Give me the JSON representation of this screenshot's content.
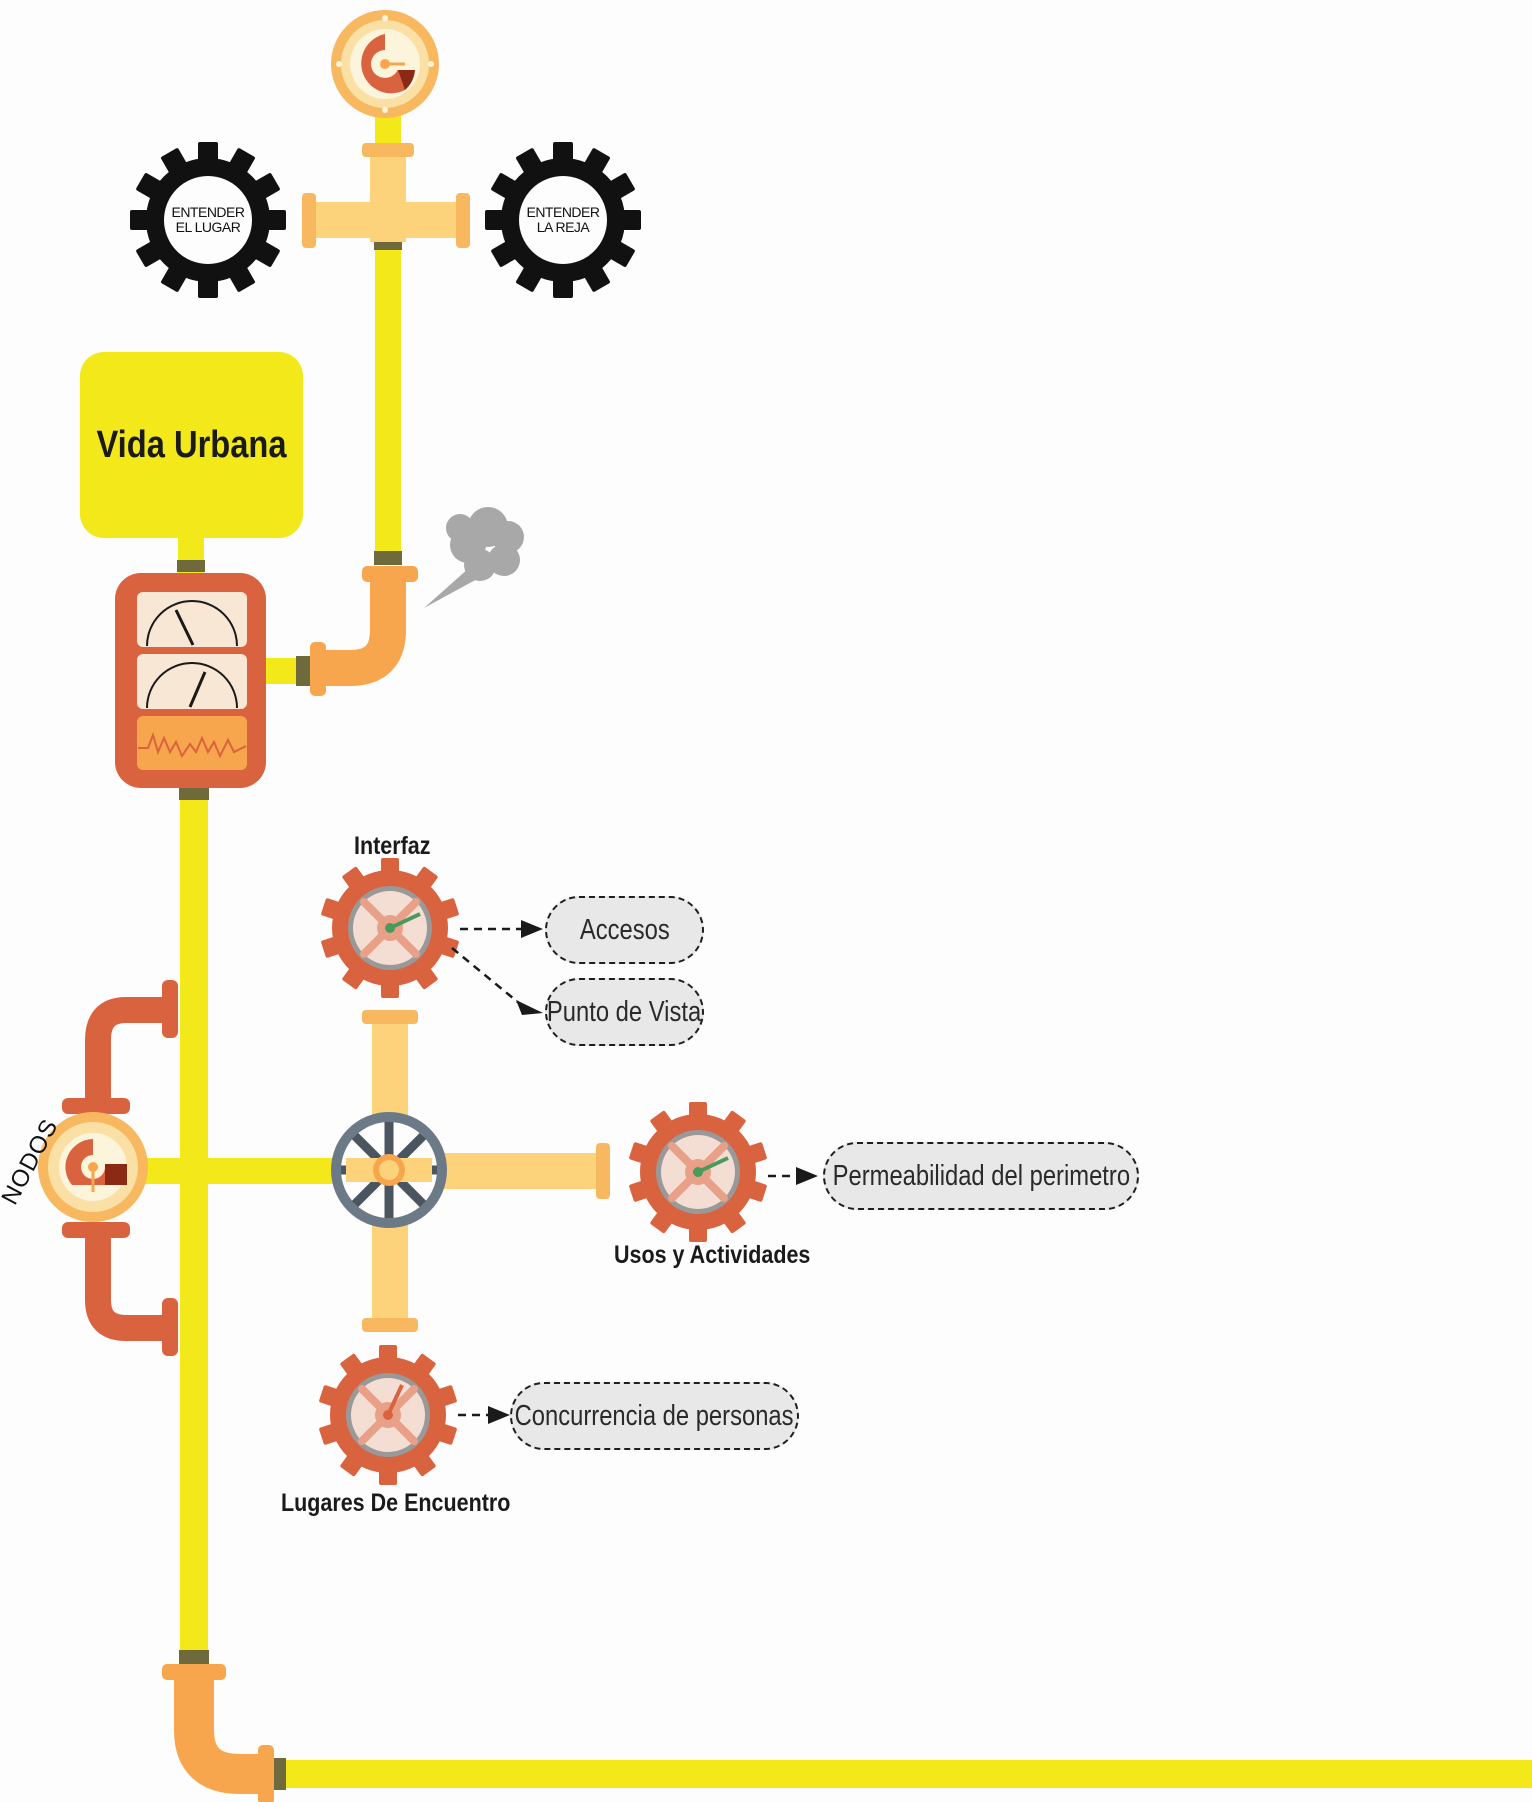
{
  "title": "Vida Urbana",
  "gears_top": {
    "left": [
      "ENTENDER",
      "EL LUGAR"
    ],
    "right": [
      "ENTENDER",
      "LA REJA"
    ]
  },
  "nodos_label": "NODOS",
  "gauges": {
    "interfaz": "Interfaz",
    "usos": "Usos y Actividades",
    "lugares": "Lugares De Encuentro"
  },
  "outcomes": {
    "accesos": "Accesos",
    "punto_vista": "Punto de Vista",
    "permeabilidad": "Permeabilidad del perimetro",
    "concurrencia": "Concurrencia de personas"
  },
  "colors": {
    "pipe_yellow": "#f2e81a",
    "pipe_light_orange": "#fcd27a",
    "elbow_orange": "#f7a64d",
    "rust": "#d9623f",
    "joint_olive": "#6e6a3c",
    "valve_steel": "#6c7a88",
    "gear_black": "#111111",
    "callout_fill": "#e8e8e8"
  }
}
